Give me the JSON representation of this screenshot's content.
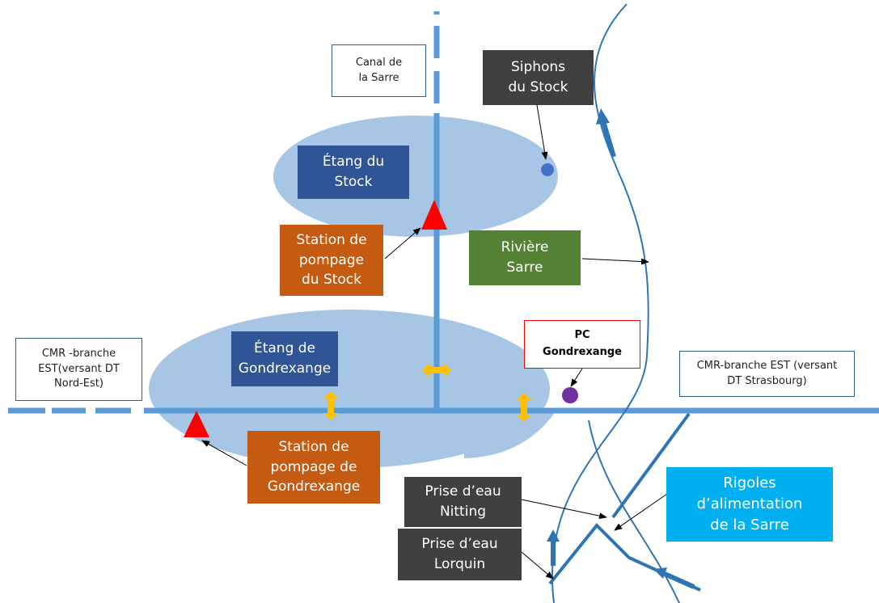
{
  "colors": {
    "water_body": "#a7c6e6",
    "canal": "#5b9bd5",
    "river_line": "#2e75b6",
    "pump_triangle": "#ff0000",
    "valve_arrow": "#ffc000",
    "siphon_marker": "#4472c4",
    "pc_marker": "#7030a0",
    "navy_box": "#2f5597",
    "orange_box": "#c55a11",
    "green_box": "#548235",
    "dark_box": "#404040",
    "cyan_box": "#00b0f0",
    "pc_border": "#ff0000"
  },
  "labels": {
    "canal_sarre": "Canal de\nla Sarre",
    "siphons_stock": "Siphons\ndu Stock",
    "etang_stock": "Étang du\nStock",
    "station_stock": "Station de\npompage\ndu Stock",
    "riviere_sarre": "Rivière\nSarre",
    "etang_gondrexange": "Étang de\nGondrexange",
    "pc_gondrexange": "PC\nGondrexange",
    "cmr_nord_est": "CMR -branche\nEST(versant DT\nNord-Est)",
    "cmr_strasbourg": "CMR-branche EST (versant\nDT Strasbourg)",
    "station_gondrexange": "Station de\npompage de\nGondrexange",
    "prise_nitting": "Prise d’eau\nNitting",
    "prise_lorquin": "Prise d’eau\nLorquin",
    "rigoles": "Rigoles\nd’alimentation\nde la Sarre"
  }
}
